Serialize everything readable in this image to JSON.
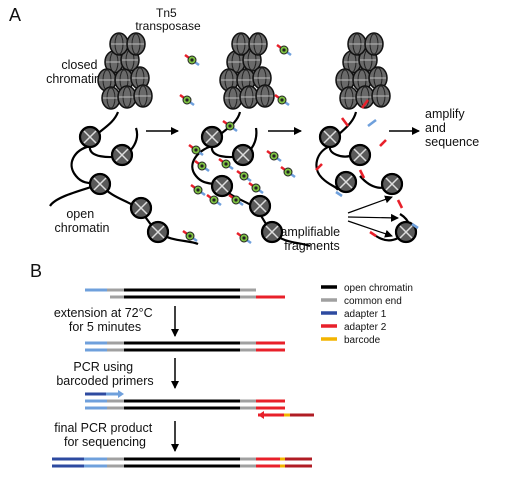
{
  "panel_a": {
    "letter": "A",
    "labels": {
      "tn5": [
        "Tn5",
        "transposase"
      ],
      "closed": [
        "closed",
        "chromatin"
      ],
      "open": [
        "open",
        "chromatin"
      ],
      "amplify": [
        "amplify",
        "and",
        "sequence"
      ],
      "fragments": [
        "amplifiable",
        "fragments"
      ]
    }
  },
  "panel_b": {
    "letter": "B",
    "steps": [
      [
        "extension at 72°C",
        "for 5 minutes"
      ],
      [
        "PCR using",
        "barcoded primers"
      ],
      [
        "final PCR product",
        "for sequencing"
      ]
    ],
    "legend": [
      {
        "label": "open chromatin",
        "color": "#000000"
      },
      {
        "label": "common end",
        "color": "#a0a0a0"
      },
      {
        "label": "adapter 1",
        "color": "#2d4aa0"
      },
      {
        "label": "adapter 2",
        "color": "#e8202a"
      },
      {
        "label": "barcode",
        "color": "#f3b400"
      }
    ]
  },
  "colors": {
    "adapter1_light": "#6fa0dc",
    "tn5_green": "#7ec242"
  }
}
